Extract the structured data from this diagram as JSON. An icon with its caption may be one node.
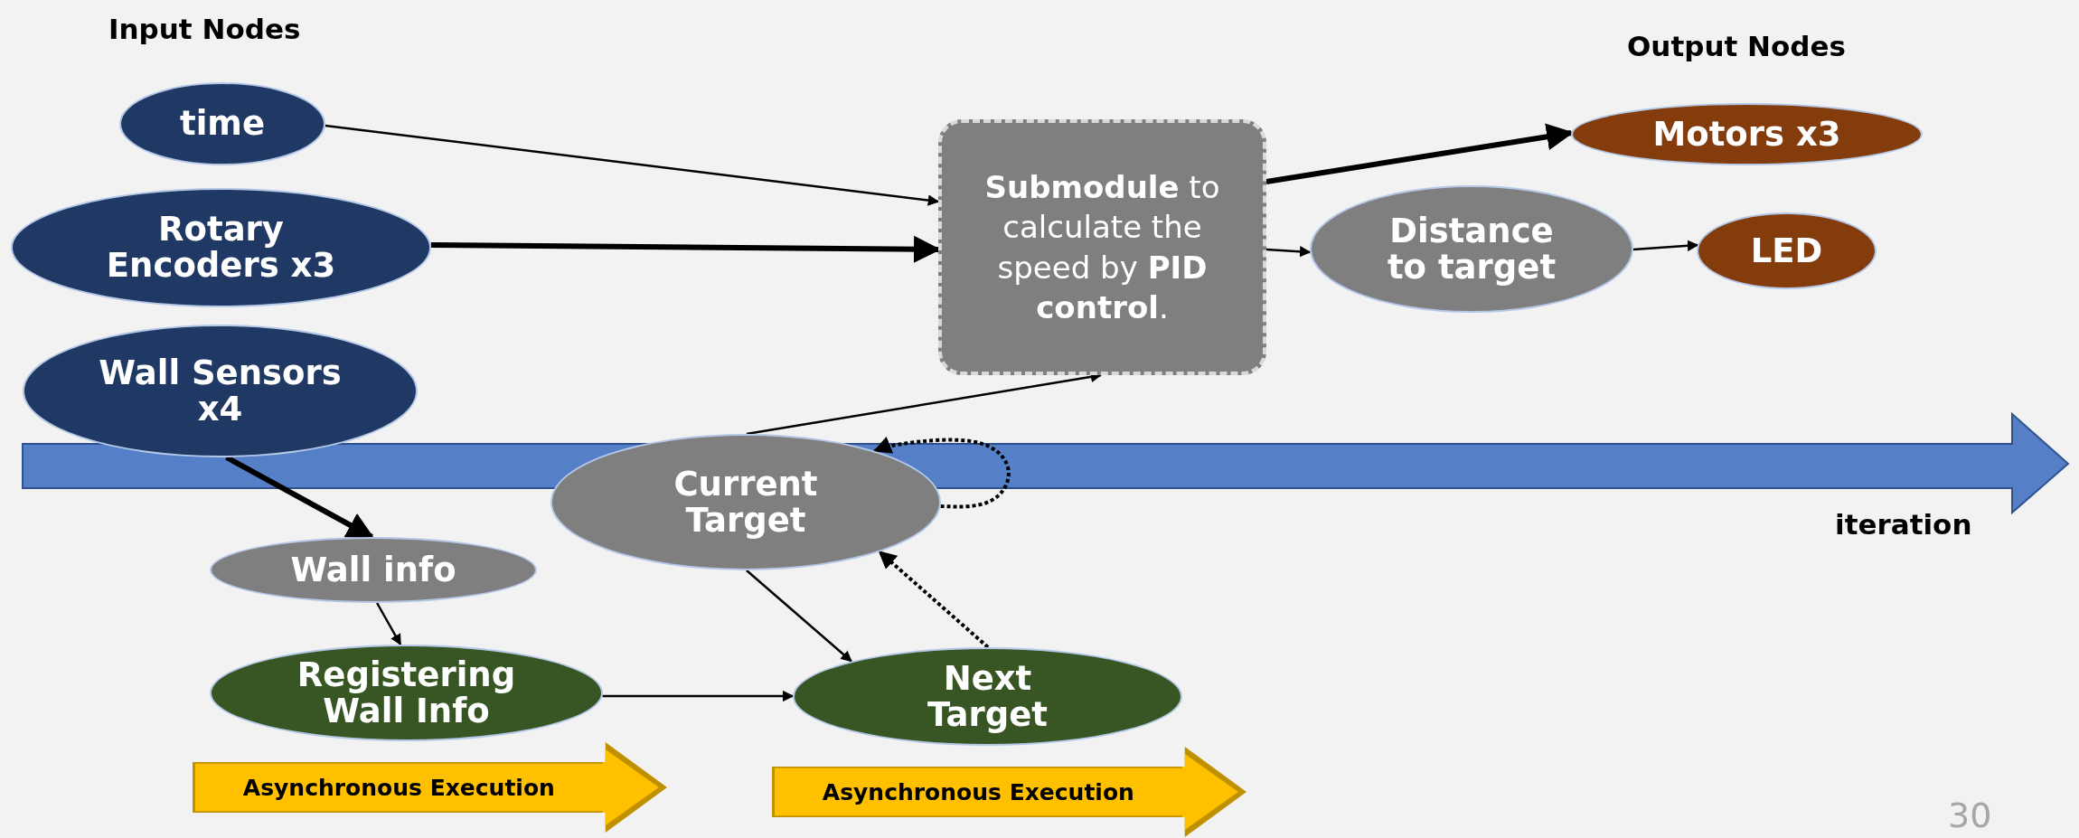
{
  "diagram": {
    "nodes": [
      {
        "text": [
          "time"
        ]
      },
      {
        "text": [
          "Rotary Encoders x3"
        ]
      },
      {
        "text": [
          "Wall Sensors x4"
        ]
      },
      {
        "text": [
          "**Submodule** to calculate the speed by **PID control**."
        ]
      },
      {
        "text": [
          "Motors x3"
        ]
      },
      {
        "text": [
          "Distance to target"
        ]
      },
      {
        "text": [
          "LED"
        ]
      },
      {
        "text": [
          "Current Target"
        ]
      },
      {
        "text": [
          "Wall info"
        ]
      },
      {
        "text": [
          "Registering Wall Info"
        ]
      },
      {
        "text": [
          "Next Target"
        ]
      },
      {
        "text": [
          "Asynchronous Execution"
        ]
      },
      {
        "text": [
          "Asynchronous Execution"
        ]
      }
    ],
    "edges": [
      {
        "from": 0,
        "to": 3,
        "arrow": "to"
      },
      {
        "from": 1,
        "to": 3,
        "arrow": "to",
        "style": "thick"
      },
      {
        "from": 2,
        "to": 8,
        "arrow": "to",
        "style": "thick"
      },
      {
        "from": 8,
        "to": 9,
        "arrow": "to"
      },
      {
        "from": 9,
        "to": 10,
        "arrow": "to"
      },
      {
        "from": 7,
        "to": 10,
        "arrow": "to"
      },
      {
        "from": 10,
        "to": 7,
        "arrow": "to",
        "style": "dashed"
      },
      {
        "from": 7,
        "to": 7,
        "arrow": "to",
        "style": "dashed"
      },
      {
        "from": 7,
        "to": 3,
        "arrow": "to"
      },
      {
        "from": 3,
        "to": 4,
        "arrow": "to",
        "style": "thick"
      },
      {
        "from": 3,
        "to": 5,
        "arrow": "to"
      },
      {
        "from": 5,
        "to": 6,
        "arrow": "to"
      }
    ],
    "labels": [
      "Input Nodes",
      "Output Nodes",
      "iteration",
      "30"
    ]
  }
}
